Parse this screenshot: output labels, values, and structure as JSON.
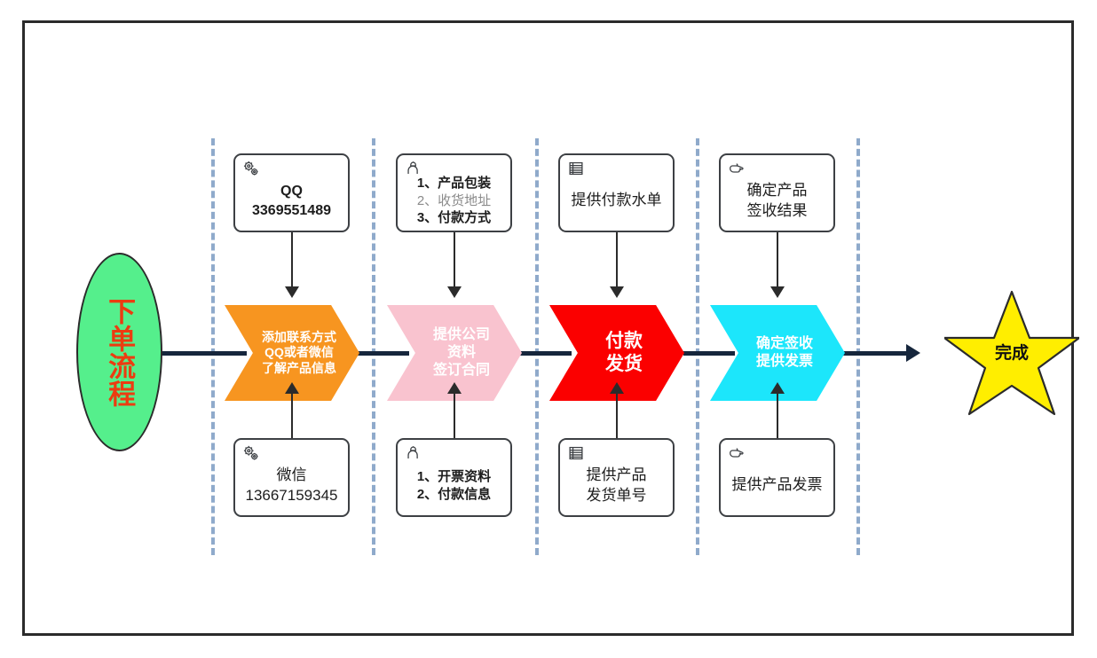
{
  "diagram": {
    "title_shape": {
      "name": "start-ellipse",
      "text": "下单流程",
      "fill": "#55ef8c",
      "text_color": "#ec3c11"
    },
    "end_shape": {
      "name": "finish-star",
      "text": "完成",
      "fill": "#ffee00",
      "text_color": "#111111"
    },
    "stages": [
      {
        "id": "stage-1",
        "chevron_text": "添加联系方式\nQQ或者微信\n了解产品信息",
        "chevron_fill": "#f79520",
        "size": "small",
        "top_note": {
          "icon": "gears-icon",
          "style": "bold",
          "lines": [
            "QQ",
            "3369551489"
          ]
        },
        "bottom_note": {
          "icon": "gears-icon",
          "style": "plain",
          "lines": [
            "微信",
            "13667159345"
          ]
        }
      },
      {
        "id": "stage-2",
        "chevron_text": "提供公司\n资料\n签订合同",
        "chevron_fill": "#f9c3cf",
        "size": "mid",
        "top_note": {
          "icon": "person-icon",
          "style": "mixed",
          "lines": [
            "1、产品包装",
            "2、收货地址",
            "3、付款方式"
          ],
          "muted_index": 1
        },
        "bottom_note": {
          "icon": "person-icon",
          "style": "mixed",
          "lines": [
            "1、开票资料",
            "2、付款信息"
          ],
          "muted_index": -1
        }
      },
      {
        "id": "stage-3",
        "chevron_text": "付款\n发货",
        "chevron_fill": "#fb0000",
        "size": "big",
        "top_note": {
          "icon": "list-icon",
          "style": "plain",
          "lines": [
            "提供付款水单"
          ]
        },
        "bottom_note": {
          "icon": "list-icon",
          "style": "plain",
          "lines": [
            "提供产品",
            "发货单号"
          ]
        }
      },
      {
        "id": "stage-4",
        "chevron_text": "确定签收\n提供发票",
        "chevron_fill": "#1ce6fb",
        "size": "mid",
        "top_note": {
          "icon": "pointing-hand-icon",
          "style": "plain",
          "lines": [
            "确定产品",
            "签收结果"
          ]
        },
        "bottom_note": {
          "icon": "pointing-hand-icon",
          "style": "plain",
          "lines": [
            "提供产品发票"
          ]
        }
      }
    ],
    "colors": {
      "frame_border": "#2b2b2b",
      "lane_separator": "#8faacb",
      "flow_line": "#16263c",
      "note_border": "#3d4044",
      "connector": "#2b2b2b"
    }
  }
}
